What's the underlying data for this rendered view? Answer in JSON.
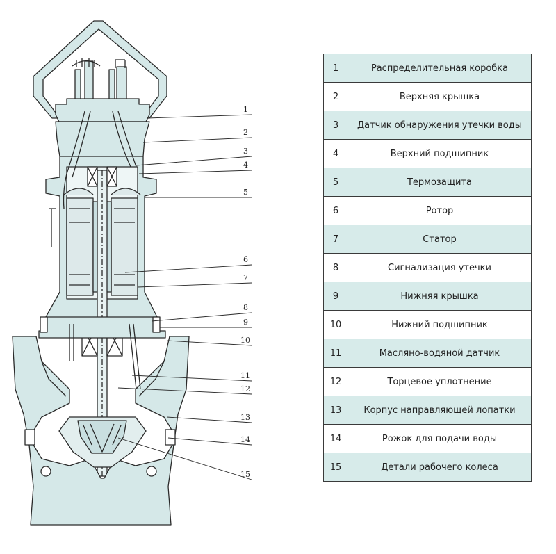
{
  "colors": {
    "body_fill": "#d5e8e8",
    "line": "#2a2a2a",
    "legend_shade": "#d7ebea",
    "legend_border": "#3a3a3a"
  },
  "legend": [
    {
      "num": "1",
      "label": "Распределительная коробка"
    },
    {
      "num": "2",
      "label": "Верхняя крышка"
    },
    {
      "num": "3",
      "label": "Датчик обнаружения утечки воды"
    },
    {
      "num": "4",
      "label": "Верхний подшипник"
    },
    {
      "num": "5",
      "label": "Термозащита"
    },
    {
      "num": "6",
      "label": "Ротор"
    },
    {
      "num": "7",
      "label": "Статор"
    },
    {
      "num": "8",
      "label": "Сигнализация утечки"
    },
    {
      "num": "9",
      "label": "Нижняя крышка"
    },
    {
      "num": "10",
      "label": "Нижний подшипник"
    },
    {
      "num": "11",
      "label": "Масляно-водяной датчик"
    },
    {
      "num": "12",
      "label": "Торцевое уплотнение"
    },
    {
      "num": "13",
      "label": "Корпус направляющей лопатки"
    },
    {
      "num": "14",
      "label": "Рожок для подачи воды"
    },
    {
      "num": "15",
      "label": "Детали рабочего колеса"
    }
  ]
}
